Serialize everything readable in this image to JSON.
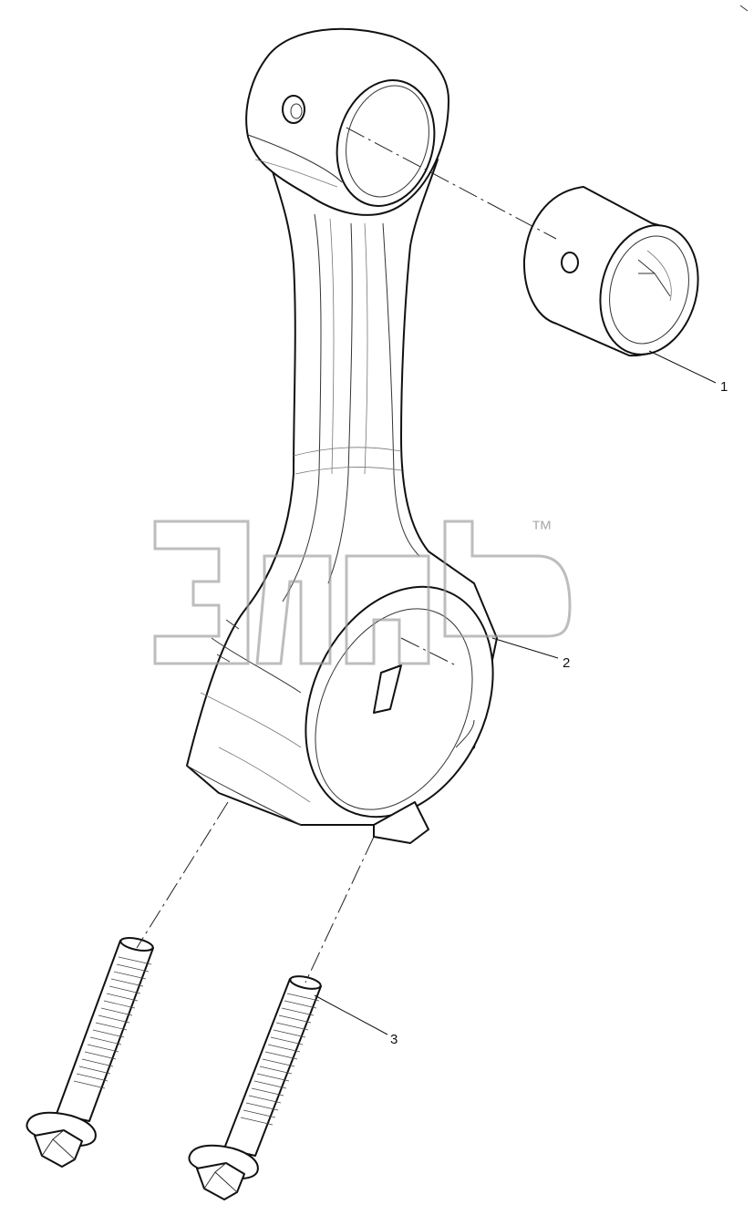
{
  "callouts": [
    {
      "id": "1",
      "part": "bushing"
    },
    {
      "id": "2",
      "part": "connecting-rod"
    },
    {
      "id": "3",
      "part": "bolt"
    }
  ],
  "watermark": {
    "text": "элек",
    "trademark": "™",
    "color": "#9a9a9a"
  },
  "colors": {
    "line": "#111111",
    "background": "#ffffff"
  }
}
